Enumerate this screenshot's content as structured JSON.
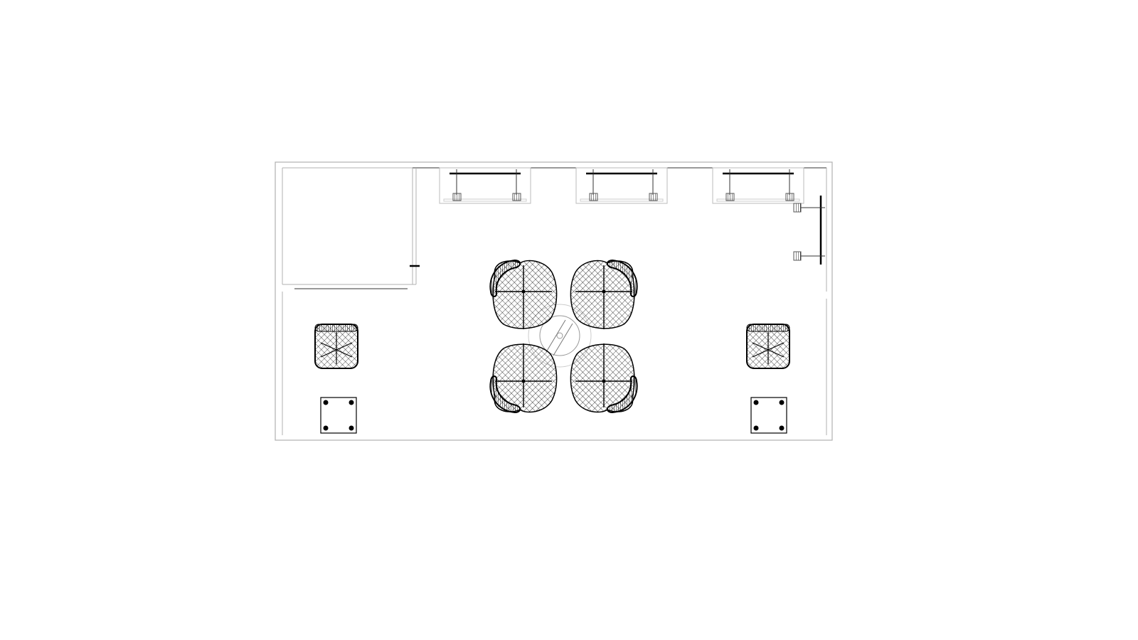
{
  "plan": {
    "colors": {
      "background": "#ffffff",
      "line": "#000000",
      "wall": "#b0b0b0",
      "light": "#c8c8c8"
    },
    "wall_units": 3,
    "lounge_chairs": 4,
    "stools": 2,
    "side_tables": 2
  }
}
